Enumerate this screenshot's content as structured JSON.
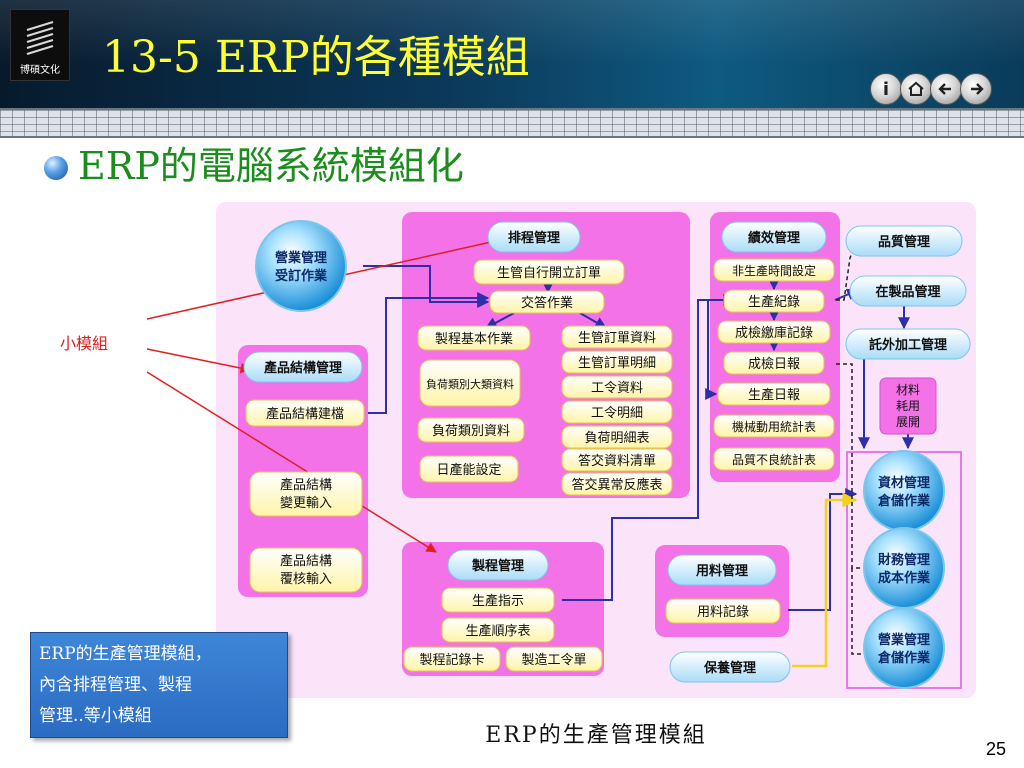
{
  "slide": {
    "logo_text": "博碩文化",
    "title": "13-5 ERP的各種模組",
    "subtitle": "ERP的電腦系統模組化",
    "nav_icons": [
      "info-icon",
      "home-icon",
      "back-arrow-icon",
      "forward-arrow-icon"
    ],
    "page_number": "25",
    "note_lines": [
      "ERP的生產管理模組，",
      "內含排程管理、製程",
      "管理..等小模組"
    ]
  },
  "diagram": {
    "caption": "ERP的生產管理模組",
    "small_module_label": "小模組",
    "circles": {
      "sales_order": [
        "營業管理",
        "受訂作業"
      ],
      "materials_storage": [
        "資材管理",
        "倉儲作業"
      ],
      "finance_cost": [
        "財務管理",
        "成本作業"
      ],
      "sales_storage": [
        "營業管理",
        "倉儲作業"
      ]
    },
    "product_structure": {
      "title": "產品結構管理",
      "create": "產品結構建檔",
      "change_input": [
        "產品結構",
        "變更輸入"
      ],
      "review_input": [
        "產品結構",
        "覆核輸入"
      ]
    },
    "scheduling": {
      "title": "排程管理",
      "self_order": "生管自行開立訂單",
      "delivery": "交答作業",
      "left": [
        "製程基本作業",
        "負荷類別大類資料",
        "負荷類別資料",
        "日產能設定"
      ],
      "right": [
        "生管訂單資料",
        "生管訂單明細",
        "工令資料",
        "工令明細",
        "負荷明細表",
        "答交資料清單",
        "答交異常反應表"
      ]
    },
    "process": {
      "title": "製程管理",
      "items": [
        "生產指示",
        "生產順序表"
      ],
      "bottom": [
        "製程記錄卡",
        "製造工令單"
      ]
    },
    "performance": {
      "title": "績效管理",
      "items": [
        "非生產時間設定",
        "生產紀錄",
        "成檢繳庫記錄",
        "成檢日報",
        "生產日報",
        "機械動用統計表",
        "品質不良統計表"
      ]
    },
    "materials_use": {
      "title": "用料管理",
      "record": "用料記錄"
    },
    "maintenance": "保養管理",
    "right_column": {
      "quality": "品質管理",
      "wip": "在製品管理",
      "outsource": "託外加工管理",
      "materials_consumption": [
        "材料",
        "耗用",
        "展開"
      ]
    }
  }
}
